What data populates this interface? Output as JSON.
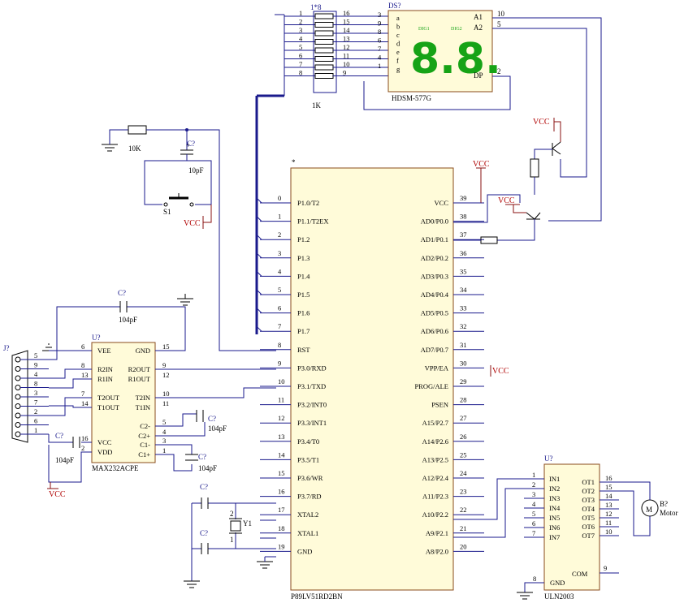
{
  "mcu": {
    "name": "P89LV51RD2BN",
    "star": "*",
    "left_pins": [
      {
        "num": "0",
        "name": "P1.0/T2"
      },
      {
        "num": "1",
        "name": "P1.1/T2EX"
      },
      {
        "num": "2",
        "name": "P1.2"
      },
      {
        "num": "3",
        "name": "P1.3"
      },
      {
        "num": "4",
        "name": "P1.4"
      },
      {
        "num": "5",
        "name": "P1.5"
      },
      {
        "num": "6",
        "name": "P1.6"
      },
      {
        "num": "7",
        "name": "P1.7"
      },
      {
        "num": "8",
        "name": "RST"
      },
      {
        "num": "9",
        "name": "P3.0/RXD"
      },
      {
        "num": "10",
        "name": "P3.1/TXD"
      },
      {
        "num": "11",
        "name": "P3.2/INT0"
      },
      {
        "num": "12",
        "name": "P3.3/INT1"
      },
      {
        "num": "13",
        "name": "P3.4/T0"
      },
      {
        "num": "14",
        "name": "P3.5/T1"
      },
      {
        "num": "15",
        "name": "P3.6/WR"
      },
      {
        "num": "16",
        "name": "P3.7/RD"
      },
      {
        "num": "17",
        "name": "XTAL2"
      },
      {
        "num": "18",
        "name": "XTAL1"
      },
      {
        "num": "19",
        "name": "GND"
      }
    ],
    "right_pins": [
      {
        "num": "39",
        "name": "VCC"
      },
      {
        "num": "38",
        "name": "AD0/P0.0"
      },
      {
        "num": "37",
        "name": "AD1/P0.1"
      },
      {
        "num": "36",
        "name": "AD2/P0.2"
      },
      {
        "num": "35",
        "name": "AD3/P0.3"
      },
      {
        "num": "34",
        "name": "AD4/P0.4"
      },
      {
        "num": "33",
        "name": "AD5/P0.5"
      },
      {
        "num": "32",
        "name": "AD6/P0.6"
      },
      {
        "num": "31",
        "name": "AD7/P0.7"
      },
      {
        "num": "30",
        "name": "VPP/EA"
      },
      {
        "num": "29",
        "name": "PROG/ALE"
      },
      {
        "num": "28",
        "name": "PSEN"
      },
      {
        "num": "27",
        "name": "A15/P2.7"
      },
      {
        "num": "26",
        "name": "A14/P2.6"
      },
      {
        "num": "25",
        "name": "A13/P2.5"
      },
      {
        "num": "24",
        "name": "A12/P2.4"
      },
      {
        "num": "23",
        "name": "A11/P2.3"
      },
      {
        "num": "22",
        "name": "A10/P2.2"
      },
      {
        "num": "21",
        "name": "A9/P2.1"
      },
      {
        "num": "20",
        "name": "A8/P2.0"
      }
    ]
  },
  "max232": {
    "ref": "U?",
    "name": "MAX232ACPE",
    "left_pins": [
      {
        "num": "6",
        "name": "VEE"
      },
      {
        "num": "8",
        "name": "R2IN"
      },
      {
        "num": "13",
        "name": "R1IN"
      },
      {
        "num": "7",
        "name": "T2OUT"
      },
      {
        "num": "14",
        "name": "T1OUT"
      },
      {
        "num": "16",
        "name": "VCC"
      },
      {
        "num": "2",
        "name": "VDD"
      }
    ],
    "right_pins": [
      {
        "num": "15",
        "name": "GND"
      },
      {
        "num": "9",
        "name": "R2OUT"
      },
      {
        "num": "12",
        "name": "R1OUT"
      },
      {
        "num": "10",
        "name": "T2IN"
      },
      {
        "num": "11",
        "name": "T1IN"
      },
      {
        "num": "5",
        "name": "C2-"
      },
      {
        "num": "4",
        "name": "C2+"
      },
      {
        "num": "3",
        "name": "C1-"
      },
      {
        "num": "1",
        "name": "C1+"
      }
    ]
  },
  "uln": {
    "ref": "U?",
    "name": "ULN2003",
    "left_pins": [
      {
        "num": "1",
        "name": "IN1"
      },
      {
        "num": "2",
        "name": "IN2"
      },
      {
        "num": "3",
        "name": "IN3"
      },
      {
        "num": "4",
        "name": "IN4"
      },
      {
        "num": "5",
        "name": "IN5"
      },
      {
        "num": "6",
        "name": "IN6"
      },
      {
        "num": "7",
        "name": "IN7"
      }
    ],
    "right_pins": [
      {
        "num": "16",
        "name": "OT1"
      },
      {
        "num": "15",
        "name": "OT2"
      },
      {
        "num": "14",
        "name": "OT3"
      },
      {
        "num": "13",
        "name": "OT4"
      },
      {
        "num": "12",
        "name": "OT5"
      },
      {
        "num": "11",
        "name": "OT6"
      },
      {
        "num": "10",
        "name": "OT7"
      }
    ],
    "com": {
      "num": "9",
      "name": "COM"
    },
    "gnd": {
      "num": "8",
      "name": "GND"
    }
  },
  "display": {
    "ref": "DS?",
    "name": "HDSM-577G",
    "digits": "8.8.",
    "dig1": "DIG1",
    "dig2": "DIG2",
    "seg_letters": [
      "a",
      "b",
      "c",
      "d",
      "e",
      "f",
      "g"
    ],
    "seg_pins": [
      "3",
      "9",
      "8",
      "6",
      "7",
      "4",
      "1"
    ],
    "a1": "A1",
    "a2": "A2",
    "a1_pin": "10",
    "a2_pin": "5",
    "dp": "DP",
    "dp_pin": "2"
  },
  "resnet": {
    "ref": "1*8",
    "value": "1K",
    "left_pins": [
      "1",
      "2",
      "3",
      "4",
      "5",
      "6",
      "7",
      "8"
    ],
    "right_pins": [
      "16",
      "15",
      "14",
      "13",
      "12",
      "11",
      "10",
      "9"
    ]
  },
  "connector": {
    "ref": "J?",
    "pins": [
      "5",
      "9",
      "4",
      "8",
      "3",
      "7",
      "2",
      "6",
      "1"
    ]
  },
  "motor": {
    "ref": "B?",
    "label": "Motor",
    "symbol": "M"
  },
  "crystal": {
    "ref": "Y1",
    "pin1": "1",
    "pin2": "2"
  },
  "switch": {
    "ref": "S1"
  },
  "resistor_rst": {
    "value": "10K"
  },
  "caps": {
    "c_rst": {
      "ref": "C?",
      "value": "10pF",
      "plus": "+"
    },
    "c_top": {
      "ref": "C?",
      "value": "104pF"
    },
    "c_c2": {
      "ref": "C?",
      "value": "104pF"
    },
    "c_c1": {
      "ref": "C?",
      "value": "104pF"
    },
    "c_vcc": {
      "ref": "C?",
      "value": "104pF"
    },
    "c_x1": {
      "ref": "C?"
    },
    "c_x2": {
      "ref": "C?"
    }
  },
  "power": {
    "vcc": "VCC"
  }
}
